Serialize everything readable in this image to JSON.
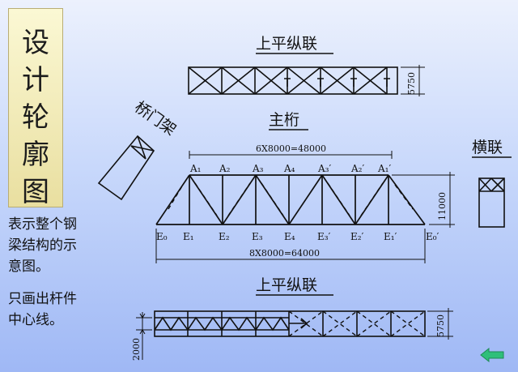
{
  "title_chars": [
    "设",
    "计",
    "轮",
    "廓",
    "图"
  ],
  "description": {
    "line1": "表示整个钢",
    "line2": "梁结构的示",
    "line3": "意图。",
    "line4": "只画出杆件",
    "line5": "中心线。"
  },
  "headings": {
    "top_lateral": "上平纵联",
    "portal": "桥门架",
    "main_truss": "主桁",
    "sway": "横联",
    "bottom_lateral": "上平纵联"
  },
  "dimensions": {
    "top_width": "5750",
    "top_span": "6X8000=48000",
    "truss_height": "11000",
    "bottom_span": "8X8000=64000",
    "bottom_width": "5750",
    "bottom_left": "2000"
  },
  "top_nodes": [
    "A₁",
    "A₂",
    "A₃",
    "A₄",
    "A₃′",
    "A₂′",
    "A₁′"
  ],
  "bottom_nodes": [
    "E₀",
    "E₁",
    "E₂",
    "E₃",
    "E₄",
    "E₃′",
    "E₂′",
    "E₁′",
    "E₀′"
  ],
  "colors": {
    "title_bg": "#f3ecb8",
    "back_arrow": "#2fbf7a"
  }
}
